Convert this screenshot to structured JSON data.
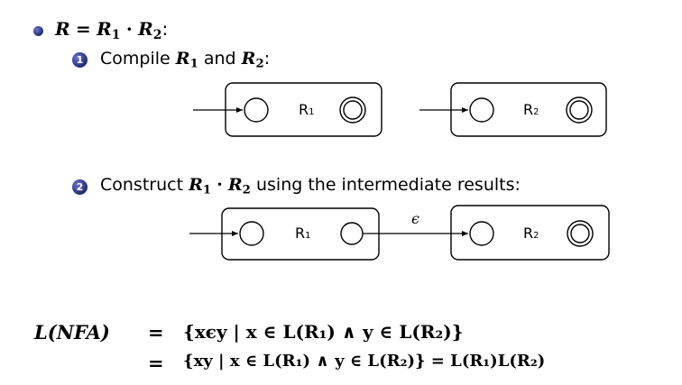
{
  "heading": {
    "lhs": "R",
    "eq": "=",
    "r1": "R",
    "r1_sub": "1",
    "dot": "·",
    "r2": "R",
    "r2_sub": "2",
    "colon": ":"
  },
  "step1": {
    "number": "1",
    "compile": "Compile",
    "r1": "R",
    "r1_sub": "1",
    "and": "and",
    "r2": "R",
    "r2_sub": "2",
    "colon": ":"
  },
  "step2": {
    "number": "2",
    "construct": "Construct",
    "r1": "R",
    "r1_sub": "1",
    "dot": "·",
    "r2": "R",
    "r2_sub": "2",
    "rest": "using the intermediate results:"
  },
  "diagram1": {
    "nfa1_label": "R",
    "nfa1_sub": "1",
    "nfa2_label": "R",
    "nfa2_sub": "2"
  },
  "diagram2": {
    "nfa1_label": "R",
    "nfa1_sub": "1",
    "nfa2_label": "R",
    "nfa2_sub": "2",
    "epsilon": "ϵ"
  },
  "equation": {
    "lhs": "L(NFA)",
    "eq1": "=",
    "rhs1": "{xϵy | x ∈ L(R₁) ∧ y ∈ L(R₂)}",
    "eq2": "=",
    "rhs2": "{xy | x ∈ L(R₁) ∧ y ∈ L(R₂)} = L(R₁)L(R₂)"
  }
}
